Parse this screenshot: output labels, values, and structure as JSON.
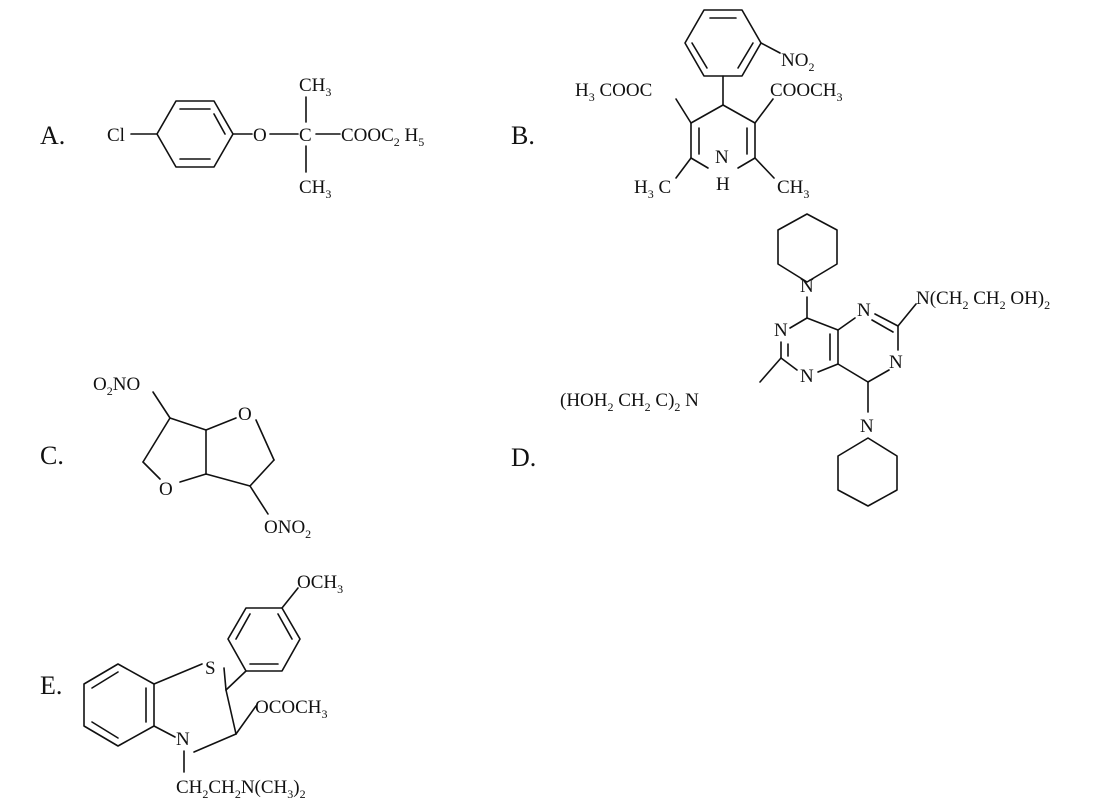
{
  "options": [
    {
      "letter": "A",
      "punct": ".",
      "formula": {
        "cl": "Cl",
        "o": "O",
        "c": "C",
        "me_top": [
          "CH",
          "3"
        ],
        "me_bot": [
          "CH",
          "3"
        ],
        "ester": [
          "COOC",
          "2",
          " H",
          "5"
        ]
      }
    },
    {
      "letter": "B",
      "punct": ".",
      "formula": {
        "no2": [
          "NO",
          "2"
        ],
        "left_ester": [
          "H",
          "3",
          " COOC"
        ],
        "right_ester": [
          "COOCH",
          "3"
        ],
        "n": "N",
        "h": "H",
        "left_me": [
          "H",
          "3",
          " C"
        ],
        "right_me": [
          "CH",
          "3"
        ]
      }
    },
    {
      "letter": "C",
      "punct": ".",
      "formula": {
        "top_sub": [
          "O",
          "2",
          "NO"
        ],
        "bot_sub": [
          "ONO",
          "2"
        ],
        "o1": "O",
        "o2": "O"
      }
    },
    {
      "letter": "D",
      "punct": ".",
      "formula": {
        "ring_n": "N",
        "right_sub": [
          "N(CH",
          "2",
          " CH",
          "2",
          " OH)",
          "2"
        ],
        "left_sub": [
          "(HOH",
          "2",
          " CH",
          "2",
          " C)",
          "2",
          " N"
        ]
      }
    },
    {
      "letter": "E",
      "punct": ".",
      "formula": {
        "s": "S",
        "n": "N",
        "ome": [
          "OCH",
          "3"
        ],
        "ester": [
          "OCOCH",
          "3"
        ],
        "amine": [
          "CH",
          "2",
          "CH",
          "2",
          "N(CH",
          "3",
          ")",
          "2"
        ]
      }
    }
  ]
}
